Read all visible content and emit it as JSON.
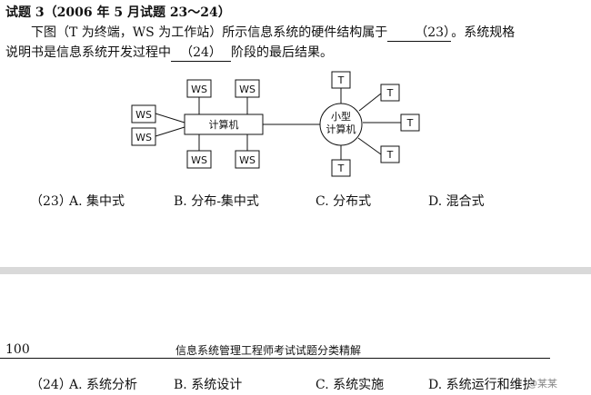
{
  "question": {
    "heading": "试题 3（2006 年 5 月试题 23～24）",
    "line1_a": "下图（T 为终端，WS 为工作站）所示信息系统的硬件结构属于",
    "blank23": "（23）",
    "line1_b": "。系统规格",
    "line2_a": "说明书是信息系统开发过程中",
    "blank24": "（24）",
    "line2_b": "阶段的最后结果。"
  },
  "diagram": {
    "left_host": "计算机",
    "workstation": "WS",
    "right_host_line1": "小型",
    "right_host_line2": "计算机",
    "terminal": "T"
  },
  "options23": {
    "label": "（23）",
    "a": "A.  集中式",
    "b": "B.  分布-集中式",
    "c": "C.  分布式",
    "d": "D.  混合式"
  },
  "footer": {
    "page_number": "100",
    "book_title": "信息系统管理工程师考试试题分类精解"
  },
  "options24": {
    "label": "（24）",
    "a": "A.  系统分析",
    "b": "B.  系统设计",
    "c": "C.  系统实施",
    "d": "D.  系统运行和维护"
  },
  "watermark": "@某某"
}
